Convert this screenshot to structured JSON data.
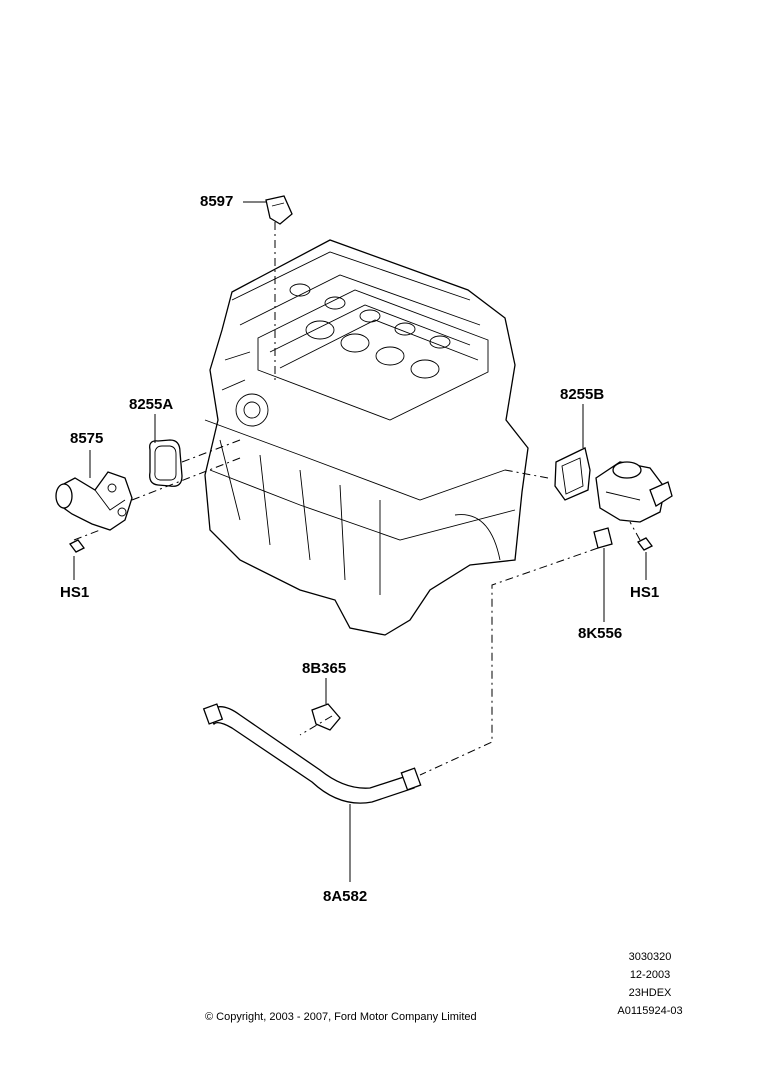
{
  "callouts": {
    "p8597": "8597",
    "p8255a": "8255A",
    "p8575": "8575",
    "hs1_left": "HS1",
    "p8255b": "8255B",
    "hs1_right": "HS1",
    "p8k556": "8K556",
    "p8b365": "8B365",
    "p8a582": "8A582"
  },
  "info_block": {
    "line1": "3030320",
    "line2": "12-2003",
    "line3": "23HDEX",
    "line4": "A0115924-03"
  },
  "copyright": "© Copyright, 2003 - 2007, Ford Motor Company Limited"
}
